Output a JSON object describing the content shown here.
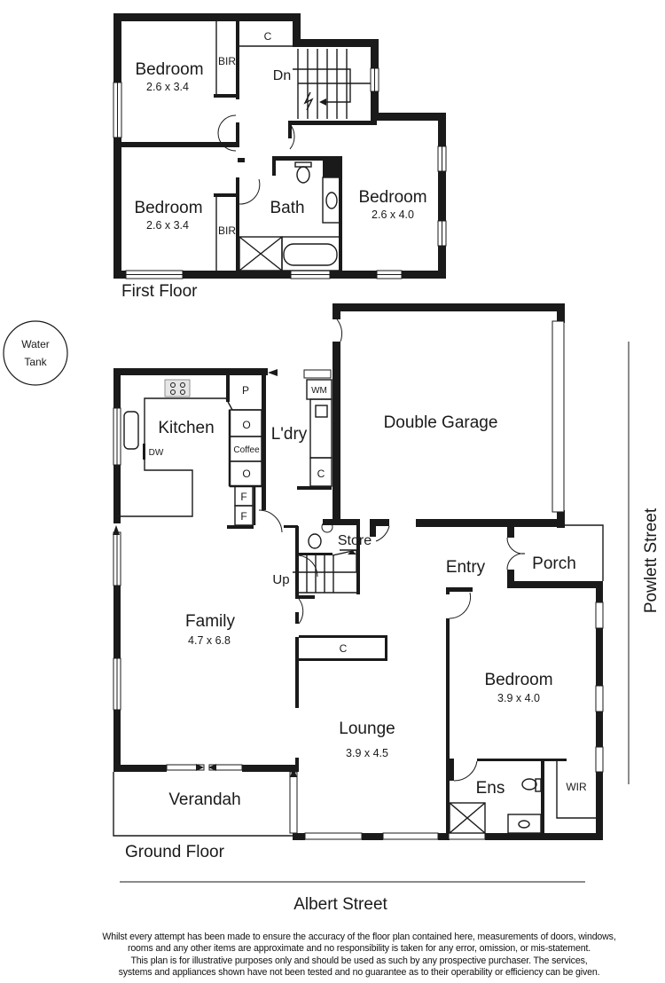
{
  "first_floor": {
    "title": "First Floor",
    "rooms": {
      "bedroom_1": {
        "name": "Bedroom",
        "dims": "2.6 x 3.4"
      },
      "bedroom_2": {
        "name": "Bedroom",
        "dims": "2.6 x 3.4"
      },
      "bedroom_3": {
        "name": "Bedroom",
        "dims": "2.6 x 4.0"
      },
      "bath": {
        "name": "Bath"
      },
      "bir_1": {
        "name": "BIR"
      },
      "bir_2": {
        "name": "BIR"
      },
      "cupboard": {
        "name": "C"
      },
      "stairs": {
        "name": "Dn"
      }
    }
  },
  "ground_floor": {
    "title": "Ground Floor",
    "rooms": {
      "kitchen": {
        "name": "Kitchen"
      },
      "dishwasher": {
        "name": "DW"
      },
      "pantry": {
        "name": "P"
      },
      "oven_1": {
        "name": "O"
      },
      "coffee": {
        "name": "Coffee"
      },
      "oven_2": {
        "name": "O"
      },
      "fridge_1": {
        "name": "F"
      },
      "fridge_2": {
        "name": "F"
      },
      "laundry": {
        "name": "L'dry"
      },
      "washing_machine": {
        "name": "WM"
      },
      "laundry_cupboard": {
        "name": "C"
      },
      "double_garage": {
        "name": "Double Garage"
      },
      "store": {
        "name": "Store"
      },
      "stairs": {
        "name": "Up"
      },
      "entry": {
        "name": "Entry"
      },
      "porch": {
        "name": "Porch"
      },
      "family": {
        "name": "Family",
        "dims": "4.7 x 6.8"
      },
      "hall_cupboard": {
        "name": "C"
      },
      "lounge": {
        "name": "Lounge",
        "dims": "3.9 x 4.5"
      },
      "bedroom": {
        "name": "Bedroom",
        "dims": "3.9 x 4.0"
      },
      "ensuite": {
        "name": "Ens"
      },
      "wir": {
        "name": "WIR"
      },
      "verandah": {
        "name": "Verandah"
      }
    }
  },
  "site": {
    "water_tank_line1": "Water",
    "water_tank_line2": "Tank",
    "street_bottom": "Albert Street",
    "street_right": "Powlett Street"
  },
  "disclaimer": {
    "line1": "Whilst every attempt has been made to ensure the accuracy of the floor plan contained here, measurements of doors, windows,",
    "line2": "rooms and any other items are approximate and no responsibility is taken for any error, omission, or mis-statement.",
    "line3": "This plan is for illustrative purposes only and should be used as such by any prospective purchaser. The services,",
    "line4": "systems and appliances shown have not been tested and no guarantee as to their operability or efficiency can be given."
  }
}
